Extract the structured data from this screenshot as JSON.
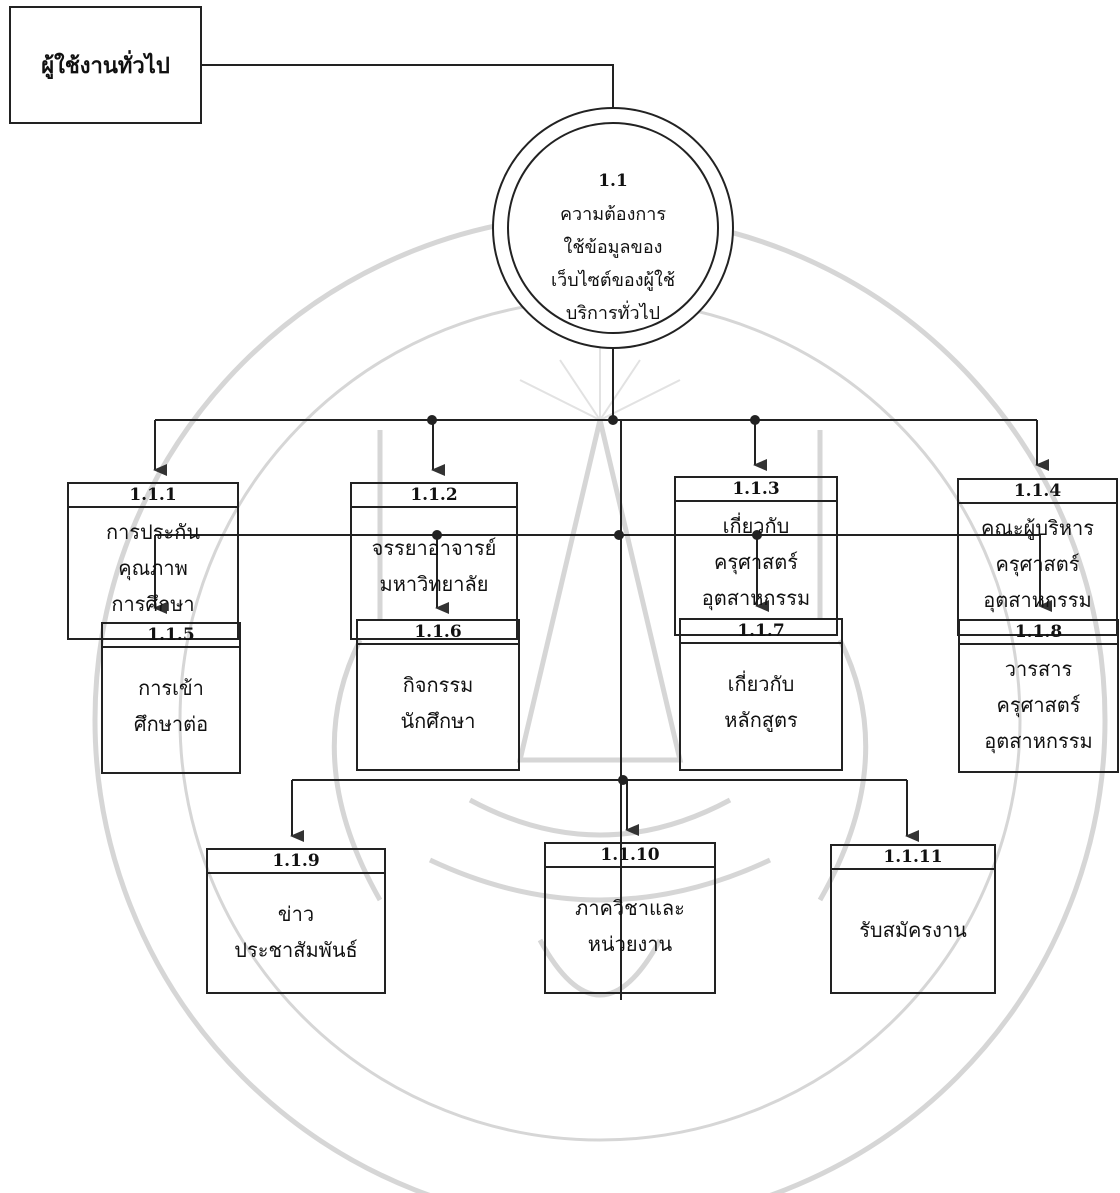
{
  "external_entity": {
    "label": "ผู้ใช้งานทั่วไป"
  },
  "main_process": {
    "id": "1.1",
    "lines": [
      "ความต้องการ",
      "ใช้ข้อมูลของ",
      "เว็บไซต์ของผู้ใช้",
      "บริการทั่วไป"
    ]
  },
  "subprocesses": [
    {
      "id": "1.1.1",
      "lines": [
        "การประกัน",
        "คุณภาพ",
        "การศึกษา"
      ]
    },
    {
      "id": "1.1.2",
      "lines": [
        "จรรยาอาจารย์",
        "มหาวิทยาลัย"
      ]
    },
    {
      "id": "1.1.3",
      "lines": [
        "เกี่ยวกับ",
        "ครุศาสตร์",
        "อุตสาหกรรม"
      ]
    },
    {
      "id": "1.1.4",
      "lines": [
        "คณะผู้บริหาร",
        "ครุศาสตร์",
        "อุตสาหกรรม"
      ]
    },
    {
      "id": "1.1.5",
      "lines": [
        "การเข้า",
        "ศึกษาต่อ"
      ]
    },
    {
      "id": "1.1.6",
      "lines": [
        "กิจกรรม",
        "นักศึกษา"
      ]
    },
    {
      "id": "1.1.7",
      "lines": [
        "เกี่ยวกับ",
        "หลักสูตร"
      ]
    },
    {
      "id": "1.1.8",
      "lines": [
        "วารสาร",
        "ครุศาสตร์",
        "อุตสาหกรรม"
      ]
    },
    {
      "id": "1.1.9",
      "lines": [
        "ข่าว",
        "ประชาสัมพันธ์"
      ]
    },
    {
      "id": "1.1.10",
      "lines": [
        "ภาควิชาและ",
        "หน่วยงาน"
      ]
    },
    {
      "id": "1.1.11",
      "lines": [
        "รับสมัครงาน"
      ]
    }
  ]
}
